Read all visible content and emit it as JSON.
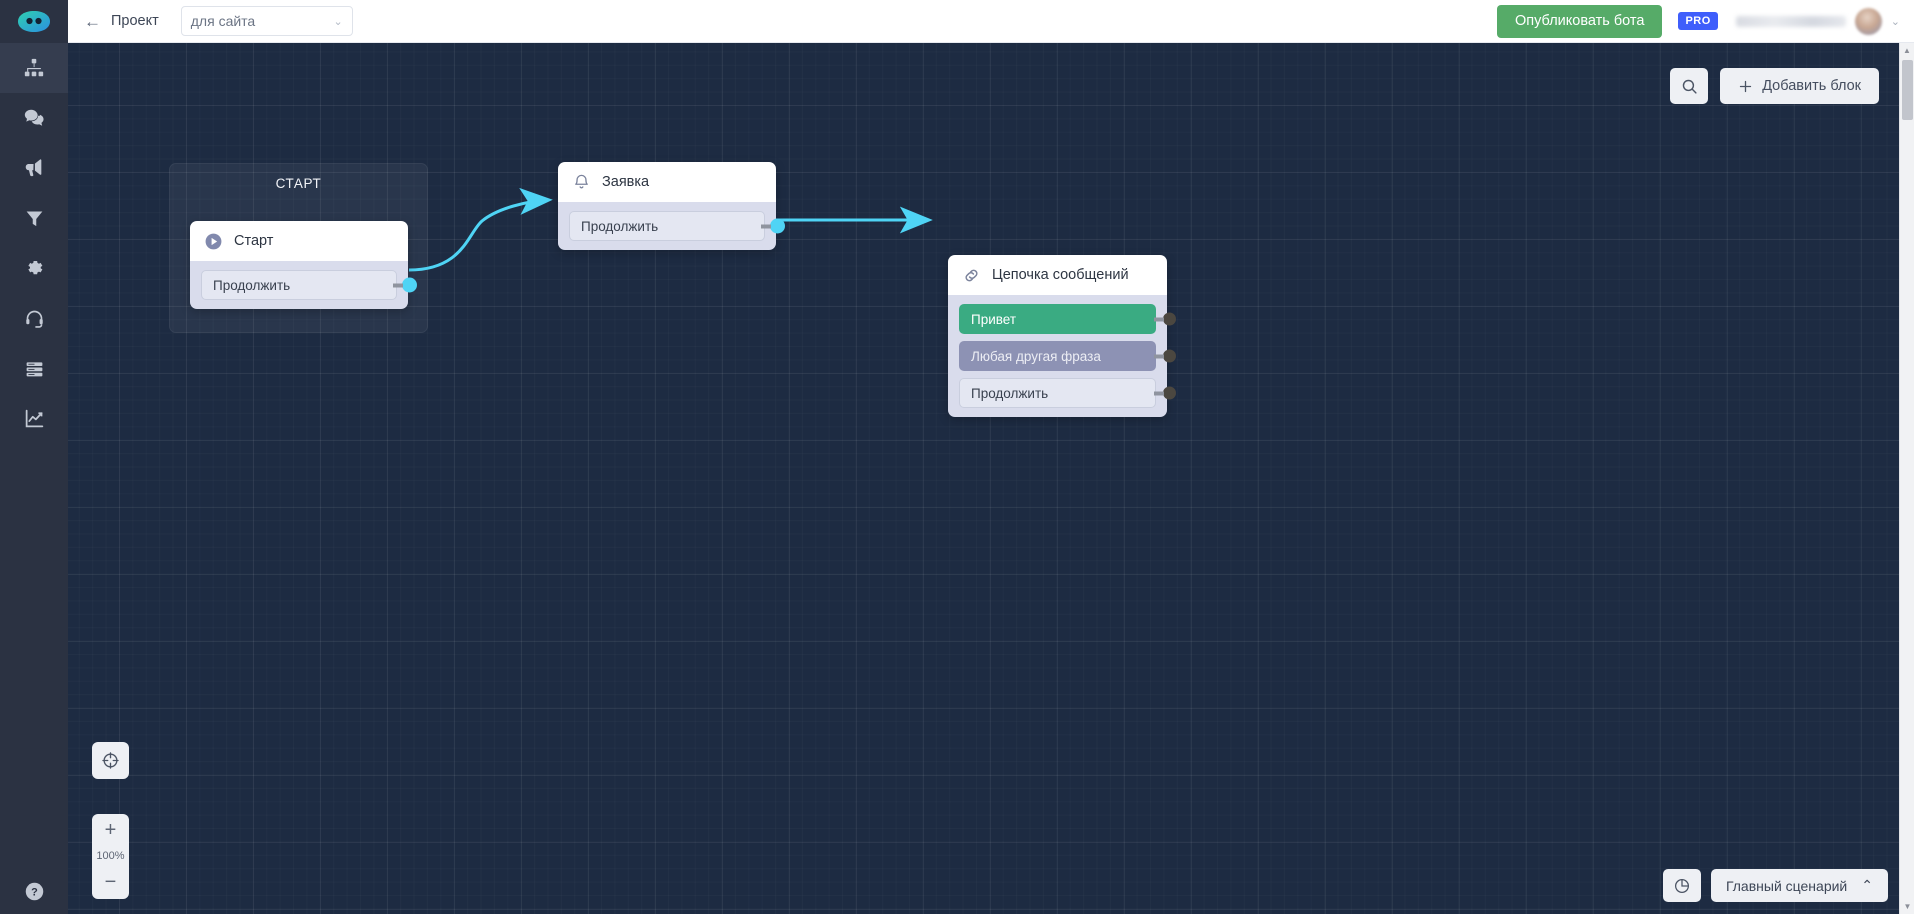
{
  "header": {
    "logo_icon": "chat-bot-logo-icon",
    "back_icon": "←",
    "back_label": "Проект",
    "project_select": {
      "value": "для сайта",
      "chevron": "⌄"
    },
    "publish_label": "Опубликовать бота",
    "pro_badge": "PRO",
    "user_name": "",
    "user_chevron": "⌄"
  },
  "sidebar": {
    "items": [
      {
        "icon": "sitemap-icon",
        "active": true
      },
      {
        "icon": "chat-bubbles-icon",
        "active": false
      },
      {
        "icon": "megaphone-icon",
        "active": false
      },
      {
        "icon": "funnel-icon",
        "active": false
      },
      {
        "icon": "gear-icon",
        "active": false
      },
      {
        "icon": "headset-icon",
        "active": false
      },
      {
        "icon": "server-list-icon",
        "active": false
      },
      {
        "icon": "analytics-chart-icon",
        "active": false
      }
    ],
    "help_icon": "help-question-icon"
  },
  "canvas": {
    "search_icon": "search-icon",
    "add_block_label": "Добавить блок",
    "add_block_icon": "plus-icon",
    "fit_icon": "center-crosshair-icon",
    "zoom_in": "+",
    "zoom_level": "100%",
    "zoom_out": "−",
    "stats_icon": "pie-chart-icon",
    "scenario_label": "Главный сценарий",
    "scenario_chevron": "⌃",
    "groups": [
      {
        "title": "СТАРТ"
      }
    ],
    "nodes": [
      {
        "id": "start",
        "icon": "play-circle-icon",
        "title": "Старт",
        "chips": [
          {
            "label": "Продолжить",
            "style": "plain",
            "port": "active"
          }
        ]
      },
      {
        "id": "request",
        "icon": "bell-icon",
        "title": "Заявка",
        "chips": [
          {
            "label": "Продолжить",
            "style": "plain",
            "port": "active"
          }
        ]
      },
      {
        "id": "chain",
        "icon": "link-chain-icon",
        "title": "Цепочка сообщений",
        "chips": [
          {
            "label": "Привет",
            "style": "green",
            "port": "dark"
          },
          {
            "label": "Любая другая фраза",
            "style": "purple",
            "port": "dark"
          },
          {
            "label": "Продолжить",
            "style": "plain",
            "port": "dark"
          }
        ]
      }
    ]
  },
  "colors": {
    "accent_green": "#56ab68",
    "pro_blue": "#3f5efb",
    "edge_cyan": "#4fd4f5",
    "canvas_bg": "#1d2b42",
    "sidebar_bg": "#2b3242",
    "chip_green": "#3aab82",
    "chip_purple": "#8d92b4"
  },
  "scrollbar": {
    "up": "▲",
    "down": "▼"
  }
}
